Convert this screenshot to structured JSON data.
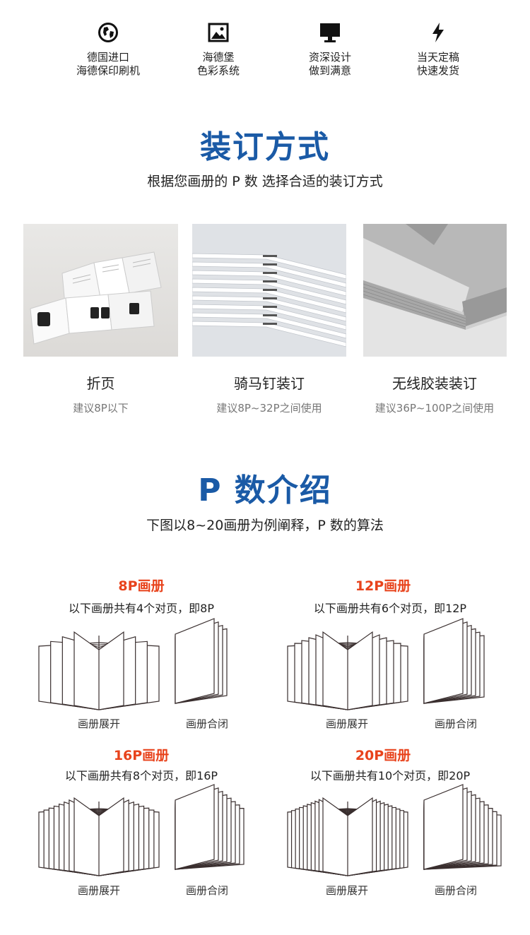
{
  "features": [
    {
      "icon": "globe-icon",
      "line1": "德国进口",
      "line2": "海德保印刷机"
    },
    {
      "icon": "image-icon",
      "line1": "海德堡",
      "line2": "色彩系统"
    },
    {
      "icon": "monitor-icon",
      "line1": "资深设计",
      "line2": "做到满意"
    },
    {
      "icon": "lightning-icon",
      "line1": "当天定稿",
      "line2": "快速发货"
    }
  ],
  "binding": {
    "title": "装订方式",
    "subtitle": "根据您画册的 P 数  选择合适的装订方式",
    "methods": [
      {
        "name": "折页",
        "note": "建议8P以下"
      },
      {
        "name": "骑马钉装订",
        "note": "建议8P~32P之间使用"
      },
      {
        "name": "无线胶装装订",
        "note": "建议36P~100P之间使用"
      }
    ]
  },
  "pages": {
    "title": "P 数介绍",
    "subtitle": "下图以8~20画册为例阐释，P 数的算法",
    "open_caption": "画册展开",
    "closed_caption": "画册合闭",
    "items": [
      {
        "title": "8P画册",
        "desc": "以下画册共有4个对页，即8P",
        "spreads": 4
      },
      {
        "title": "12P画册",
        "desc": "以下画册共有6个对页，即12P",
        "spreads": 6
      },
      {
        "title": "16P画册",
        "desc": "以下画册共有8个对页，即16P",
        "spreads": 8
      },
      {
        "title": "20P画册",
        "desc": "以下画册共有10个对页，即20P",
        "spreads": 10
      }
    ]
  },
  "colors": {
    "title_blue": "#1a5aa6",
    "accent_red": "#e8431c",
    "line": "#3a2f2f"
  }
}
